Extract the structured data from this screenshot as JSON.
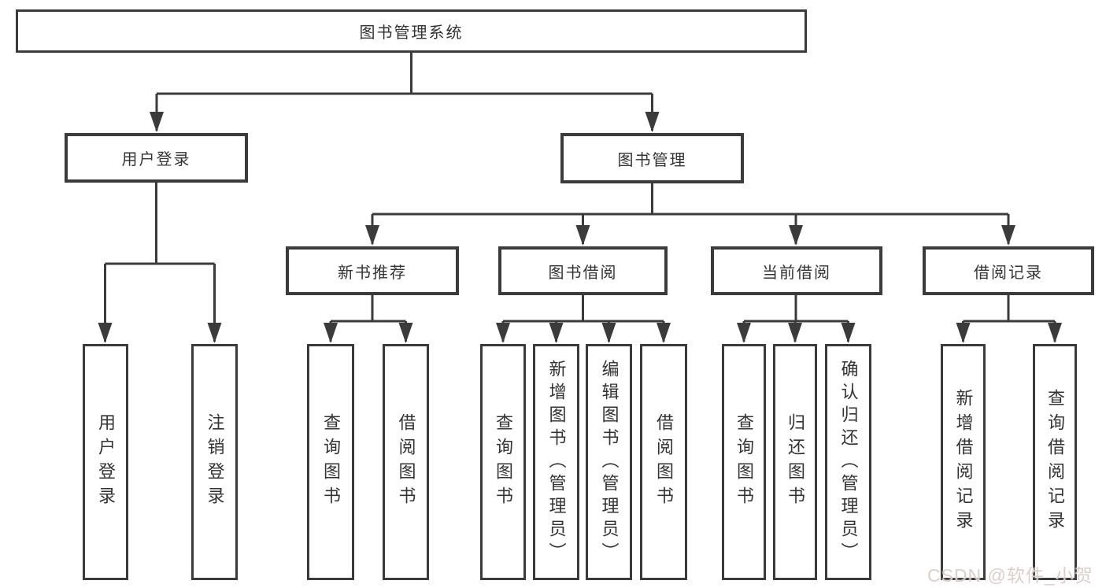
{
  "diagram": {
    "root": "图书管理系统",
    "level2": {
      "user_login": {
        "label": "用户登录",
        "children": [
          "用户登录",
          "注销登录"
        ]
      },
      "book_management": {
        "label": "图书管理"
      }
    },
    "sections": [
      {
        "label": "新书推荐",
        "children": [
          "查询图书",
          "借阅图书"
        ]
      },
      {
        "label": "图书借阅",
        "children": [
          "查询图书",
          "新增图书（管理员）",
          "编辑图书（管理员）",
          "借阅图书"
        ]
      },
      {
        "label": "当前借阅",
        "children": [
          "查询图书",
          "归还图书",
          "确认归还（管理员）"
        ]
      },
      {
        "label": "借阅记录",
        "children": [
          "新增借阅记录",
          "查询借阅记录"
        ]
      }
    ]
  },
  "watermark": {
    "text": "CSDN @软件_小贺同学"
  },
  "colors": {
    "line": "#3b3b3b",
    "text": "#333333",
    "background": "#ffffff",
    "watermark": "#d9cbc8"
  }
}
